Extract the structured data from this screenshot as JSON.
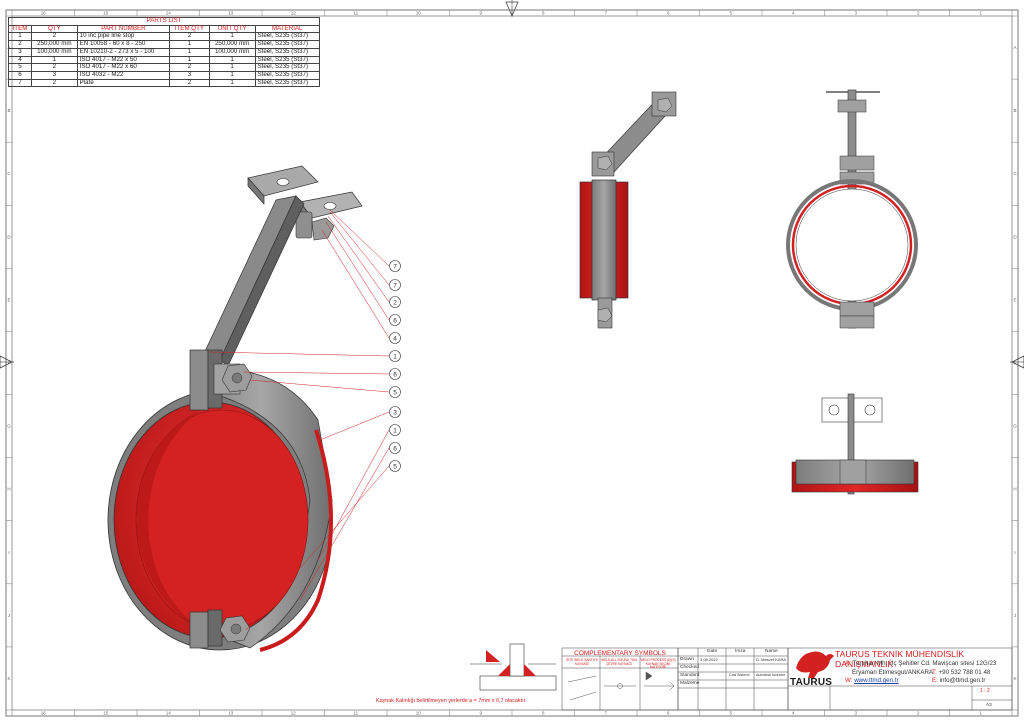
{
  "parts_list": {
    "caption": "PARTS LIST",
    "headers": [
      "ITEM",
      "QTY",
      "PART NUMBER",
      "ITEM QTY",
      "UNIT QTY",
      "MATERIAL"
    ],
    "rows": [
      [
        "1",
        "2",
        "10 inc pipe line stop",
        "2",
        "1",
        "Steel, S235 (St37)"
      ],
      [
        "2",
        "250,000 mm",
        "EN 10058 - 60 x 8 - 250",
        "1",
        "250,000 mm",
        "Steel, S235 (St37)"
      ],
      [
        "3",
        "100,000 mm",
        "EN 10210-2 - 273 x 5 - 100",
        "1",
        "100,000 mm",
        "Steel, S235 (St37)"
      ],
      [
        "4",
        "1",
        "ISO 4017 - M22 x 50",
        "1",
        "1",
        "Steel, S235 (St37)"
      ],
      [
        "5",
        "2",
        "ISO 4017 - M22 x 60",
        "2",
        "1",
        "Steel, S235 (St37)"
      ],
      [
        "6",
        "3",
        "ISO 4032 - M22",
        "3",
        "1",
        "Steel, S235 (St37)"
      ],
      [
        "7",
        "2",
        "Plate",
        "2",
        "1",
        "Steel, S235 (St37)"
      ]
    ]
  },
  "balloons": [
    "7",
    "7",
    "2",
    "6",
    "4",
    "1",
    "6",
    "5",
    "3",
    "1",
    "6",
    "5"
  ],
  "colors": {
    "red": "#d32020",
    "steel": "#8c8c8c",
    "steel_dark": "#5e5e5e",
    "steel_light": "#b5b5b5"
  },
  "title_block": {
    "complementary_title": "COMPLEMENTARY SYMBOLS",
    "symbols": [
      "SITE WELD ŞANTİYE KAYNAĞI",
      "WELD ALL ROUND TÜM ÇEVRE KAYNAĞI",
      "WELD PROCESS (E)(S) KAYNAK SEÇİMİ KATEGORİ"
    ],
    "rev_headers": [
      "Date",
      "İmza",
      "Name"
    ],
    "rows": [
      {
        "label": "Drawn",
        "date": "3.08.2022",
        "name": "D. Mesvet KARA"
      },
      {
        "label": "Checked",
        "date": "",
        "name": ""
      },
      {
        "label": "Standard",
        "date": "Cad Sistemi",
        "name": "Autodesk Inventor"
      },
      {
        "label": "Malzeme",
        "date": "",
        "name": ""
      }
    ],
    "company_name": "TAURUS TEKNİK MÜHENDİSLİK DANIŞMANLIK",
    "address_label": "A:",
    "address_line1": "Turuhan Mh. Üç Şehitler Cd. Mavişcan sitesi 12G/23",
    "address_line2": "Eryaman Etimesgut/ANKARA",
    "phone_label": "T:",
    "phone": "+90 532 788 01 48",
    "web_label": "W:",
    "web": "www.ttmd.gen.tr",
    "email_label": "E:",
    "email": "info@ttmd.gen.tr",
    "logo_text": "TAURUS",
    "scale": "1 : 2",
    "sheet_size": "A3"
  },
  "weld_note": "Kaynak Kalınlığı belirtilmeyen yerlerde a = 7mm x 0,7 olacaktır.",
  "border_numbers_top": [
    "16",
    "15",
    "14",
    "13",
    "12",
    "11",
    "10",
    "9",
    "8",
    "7",
    "6",
    "5",
    "4",
    "3",
    "2",
    "1"
  ],
  "border_letters_left": [
    "A",
    "B",
    "C",
    "D",
    "E",
    "F",
    "G",
    "H",
    "I",
    "J",
    "K"
  ]
}
